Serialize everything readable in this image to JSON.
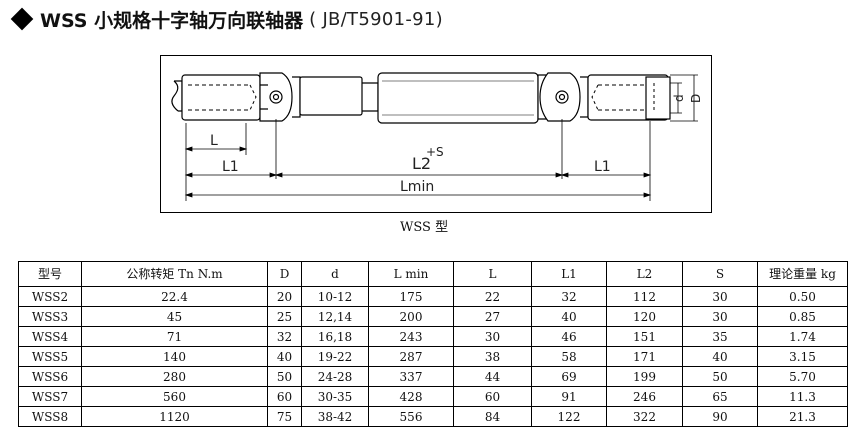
{
  "title": {
    "main": "WSS 小规格十字轴万向联轴器",
    "standard": "( JB/T5901-91)"
  },
  "drawing": {
    "caption": "WSS  型",
    "labels": {
      "l": "L",
      "l1_left": "L1",
      "l2": "L2",
      "plus_s": "+S",
      "l1_right": "L1",
      "lmin": "Lmin",
      "d_small": "d",
      "d_large": "D"
    }
  },
  "table": {
    "headers": [
      "型号",
      "公称转矩  Tn N.m",
      "D",
      "d",
      "L min",
      "L",
      "L1",
      "L2",
      "S",
      "理论重量    kg"
    ],
    "rows": [
      [
        "WSS2",
        "22.4",
        "20",
        "10-12",
        "175",
        "22",
        "32",
        "112",
        "30",
        "0.50"
      ],
      [
        "WSS3",
        "45",
        "25",
        "12,14",
        "200",
        "27",
        "40",
        "120",
        "30",
        "0.85"
      ],
      [
        "WSS4",
        "71",
        "32",
        "16,18",
        "243",
        "30",
        "46",
        "151",
        "35",
        "1.74"
      ],
      [
        "WSS5",
        "140",
        "40",
        "19-22",
        "287",
        "38",
        "58",
        "171",
        "40",
        "3.15"
      ],
      [
        "WSS6",
        "280",
        "50",
        "24-28",
        "337",
        "44",
        "69",
        "199",
        "50",
        "5.70"
      ],
      [
        "WSS7",
        "560",
        "60",
        "30-35",
        "428",
        "60",
        "91",
        "246",
        "65",
        "11.3"
      ],
      [
        "WSS8",
        "1120",
        "75",
        "38-42",
        "556",
        "84",
        "122",
        "322",
        "90",
        "21.3"
      ]
    ]
  }
}
